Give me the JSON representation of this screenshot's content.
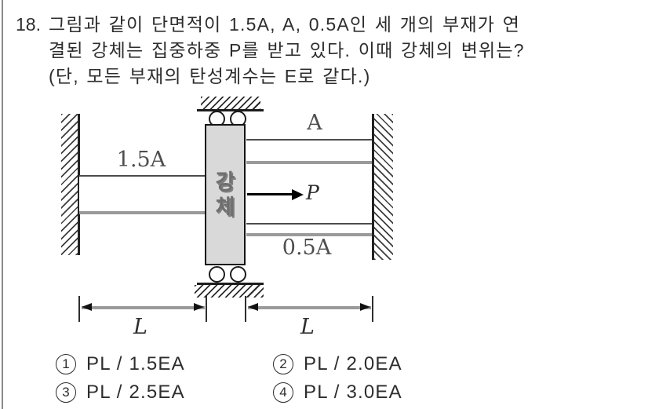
{
  "question": {
    "number": "18.",
    "lines": [
      "그림과 같이 단면적이 1.5A, A, 0.5A인 세 개의 부재가 연",
      "결된 강체는 집중하중 P를 받고 있다. 이때 강체의 변위는?",
      "(단, 모든 부재의 탄성계수는 E로 같다.)"
    ]
  },
  "diagram": {
    "labels": {
      "member_left_area": "1.5A",
      "member_top_right_area": "A",
      "member_bottom_right_area": "0.5A",
      "load": "P",
      "rigid_body_char1": "강",
      "rigid_body_char2": "체",
      "dim_left": "L",
      "dim_right": "L"
    },
    "colors": {
      "body_fill": "#d9d9d9",
      "line_dark": "#4c4c4c",
      "line_gray": "#9a9a9a",
      "hatch": "#3d3d3d"
    }
  },
  "options": [
    {
      "num": "1",
      "formula": "PL / 1.5EA"
    },
    {
      "num": "2",
      "formula": "PL / 2.0EA"
    },
    {
      "num": "3",
      "formula": "PL / 2.5EA"
    },
    {
      "num": "4",
      "formula": "PL / 3.0EA"
    }
  ]
}
